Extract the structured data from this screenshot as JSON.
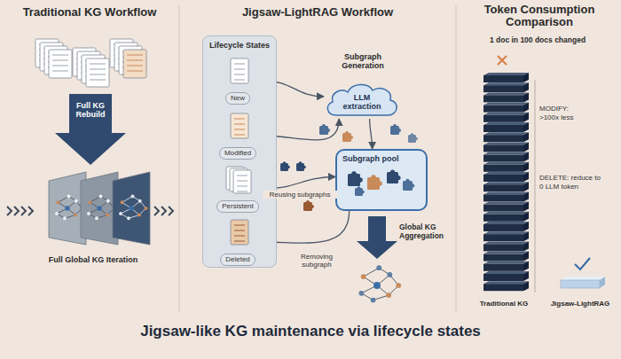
{
  "diagram": {
    "caption": "Jigsaw-like KG maintenance via lifecycle states",
    "nodes": [
      {
        "text": [
          "Lifecycle States"
        ]
      },
      {
        "text": [
          "New"
        ],
        "in": 0
      },
      {
        "text": [
          "Modified"
        ],
        "in": 0
      },
      {
        "text": [
          "Persistent"
        ],
        "in": 0
      },
      {
        "text": [
          "Deleted"
        ],
        "in": 0
      },
      {
        "text": [
          "LLM extraction"
        ]
      },
      {
        "text": [
          "Subgraph pool"
        ]
      }
    ],
    "edges": [
      {
        "from": 1,
        "to": 5,
        "arrow": "to"
      },
      {
        "from": 2,
        "to": 5,
        "arrow": "to"
      },
      {
        "from": 5,
        "to": 6,
        "arrow": "to"
      },
      {
        "from": 3,
        "to": 6,
        "label": "Reusing subgraphs",
        "arrow": "to"
      },
      {
        "from": 6,
        "to": 4,
        "label": "Removing subgraph",
        "arrow": "to"
      }
    ],
    "labels": [
      "Traditional KG Workflow",
      "Jigsaw-LightRAG Workflow",
      "Token Consumption Comparison",
      "Full KG Rebuild",
      "Full Global KG Iteration",
      "Subgraph Generation",
      "Global KG Aggregation",
      "1 doc in 100 docs changed",
      "MODIFY: >100x less",
      "DELETE: reduce to 0 LLM token",
      "Traditional KG",
      "Jigsaw-LightRAG"
    ]
  }
}
